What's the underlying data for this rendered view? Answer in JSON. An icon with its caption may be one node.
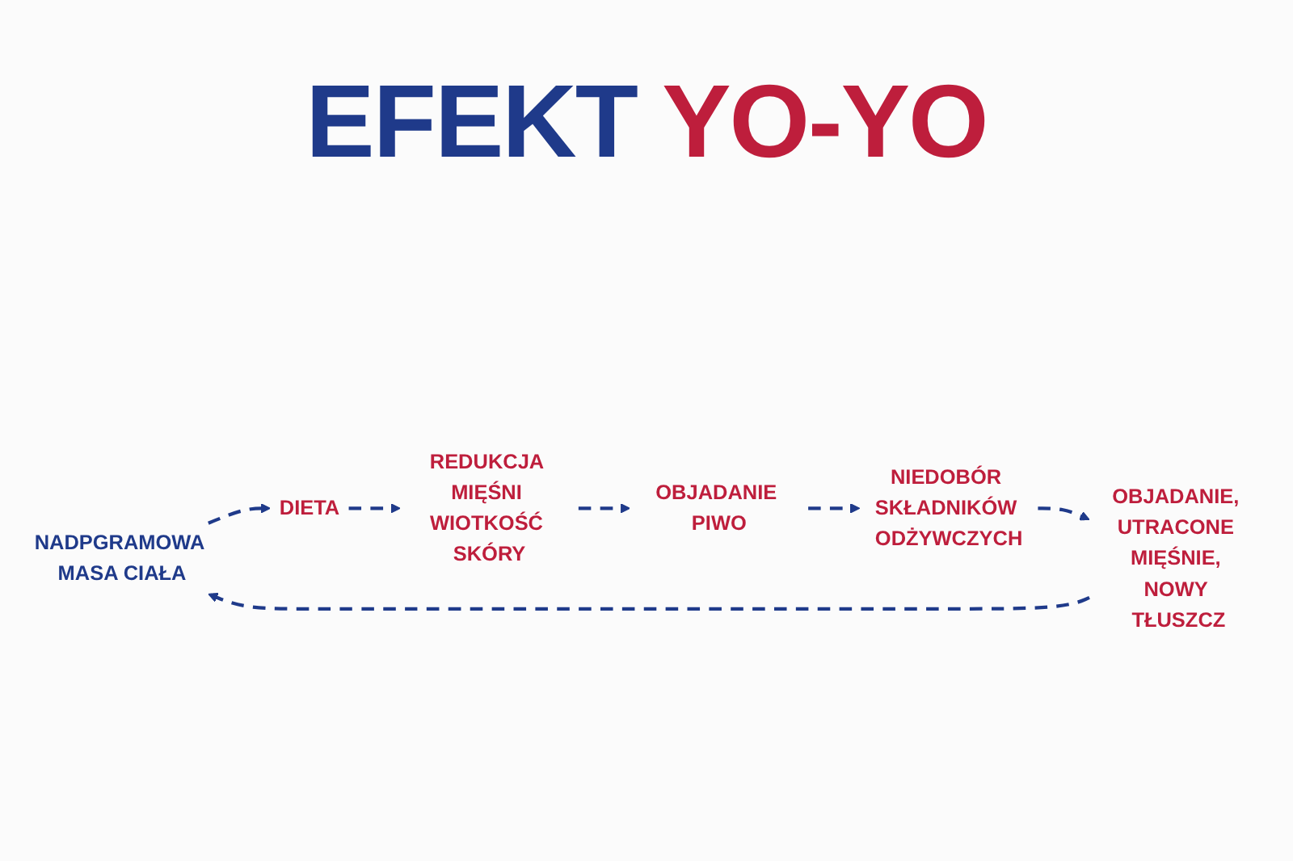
{
  "diagram": {
    "title": "EFEKT YO-YO",
    "nodes": [
      {
        "text": [
          "NADPGRAMOWA MASA CIAŁA"
        ]
      },
      {
        "text": [
          "DIETA"
        ]
      },
      {
        "text": [
          "REDUKCJA MIĘŚNI WIOTKOŚĆ SKÓRY"
        ]
      },
      {
        "text": [
          "OBJADANIE PIWO"
        ]
      },
      {
        "text": [
          "NIEDOBÓR SKŁADNIKÓW ODŻYWCZYCH"
        ]
      },
      {
        "text": [
          "OBJADANIE, UTRACONE MIĘŚNIE, NOWY TŁUSZCZ"
        ]
      }
    ],
    "edges": [
      {
        "from": 0,
        "to": 1,
        "arrow": "to",
        "style": "dashed"
      },
      {
        "from": 1,
        "to": 2,
        "arrow": "to",
        "style": "dashed"
      },
      {
        "from": 2,
        "to": 3,
        "arrow": "to",
        "style": "dashed"
      },
      {
        "from": 3,
        "to": 4,
        "arrow": "to",
        "style": "dashed"
      },
      {
        "from": 4,
        "to": 5,
        "arrow": "to",
        "style": "dashed"
      },
      {
        "from": 5,
        "to": 0,
        "arrow": "to",
        "style": "dashed"
      }
    ]
  }
}
